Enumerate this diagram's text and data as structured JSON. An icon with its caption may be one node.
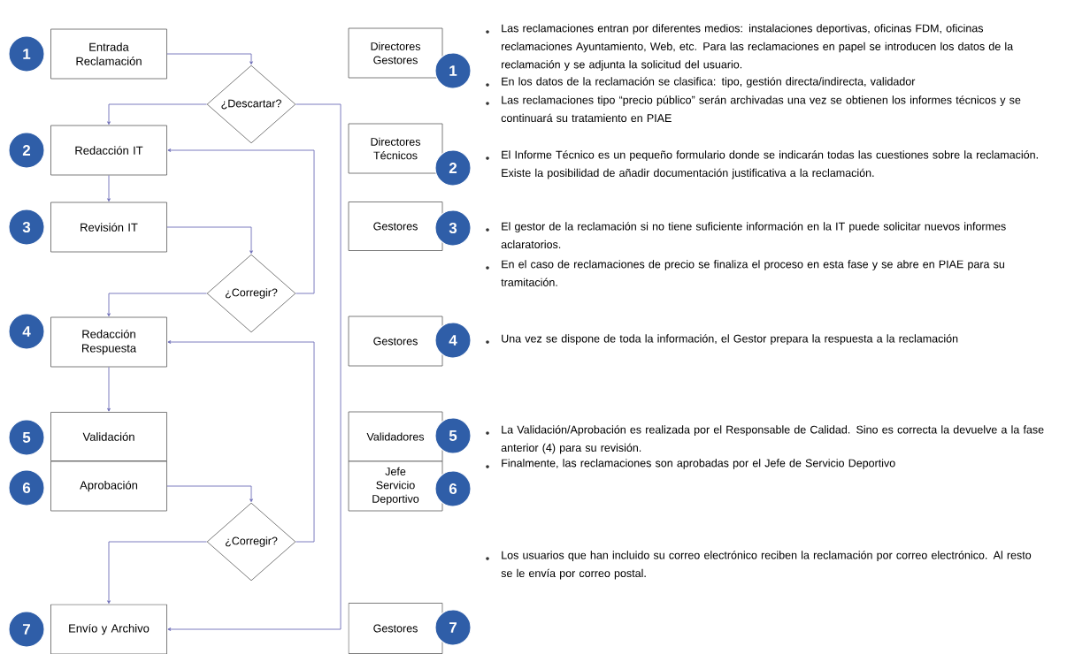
{
  "diagram": {
    "nodes": [
      {
        "text": [
          "Entrada Reclamación"
        ]
      },
      {
        "text": [
          "Redacción IT"
        ]
      },
      {
        "text": [
          "Revisión IT"
        ]
      },
      {
        "text": [
          "Redacción Respuesta"
        ]
      },
      {
        "text": [
          "Validación"
        ]
      },
      {
        "text": [
          "Aprobación"
        ]
      },
      {
        "text": [
          "Envío y Archivo"
        ]
      },
      {
        "text": [
          "¿Descartar?"
        ]
      },
      {
        "text": [
          "¿Corregir?"
        ]
      },
      {
        "text": [
          "¿Corregir?"
        ]
      },
      {
        "text": [
          "1"
        ]
      },
      {
        "text": [
          "2"
        ]
      },
      {
        "text": [
          "3"
        ]
      },
      {
        "text": [
          "4"
        ]
      },
      {
        "text": [
          "5"
        ]
      },
      {
        "text": [
          "6"
        ]
      },
      {
        "text": [
          "7"
        ]
      },
      {
        "text": [
          "Directores Gestores"
        ]
      },
      {
        "text": [
          "Directores Técnicos"
        ]
      },
      {
        "text": [
          "Gestores"
        ]
      },
      {
        "text": [
          "Gestores"
        ]
      },
      {
        "text": [
          "Validadores"
        ]
      },
      {
        "text": [
          "Jefe Servicio Deportivo"
        ]
      },
      {
        "text": [
          "Gestores"
        ]
      },
      {
        "text": [
          "1"
        ]
      },
      {
        "text": [
          "2"
        ]
      },
      {
        "text": [
          "3"
        ]
      },
      {
        "text": [
          "4"
        ]
      },
      {
        "text": [
          "5"
        ]
      },
      {
        "text": [
          "6"
        ]
      },
      {
        "text": [
          "7"
        ]
      }
    ],
    "edges": [
      {
        "from": 0,
        "to": 7,
        "arrow": "to"
      },
      {
        "from": 7,
        "to": 1,
        "arrow": "to"
      },
      {
        "from": 7,
        "to": 6,
        "arrow": "to"
      },
      {
        "from": 1,
        "to": 2,
        "arrow": "to"
      },
      {
        "from": 2,
        "to": 8,
        "arrow": "to"
      },
      {
        "from": 8,
        "to": 1,
        "arrow": "to"
      },
      {
        "from": 8,
        "to": 3,
        "arrow": "to"
      },
      {
        "from": 3,
        "to": 4,
        "arrow": "to"
      },
      {
        "from": 5,
        "to": 9,
        "arrow": "to"
      },
      {
        "from": 9,
        "to": 3,
        "arrow": "to"
      },
      {
        "from": 9,
        "to": 6,
        "arrow": "to"
      }
    ],
    "labels": [
      "Las reclamaciones entran por diferentes medios: instalaciones deportivas, oficinas FDM, oficinas reclamaciones Ayuntamiento, Web, etc. Para las reclamaciones en papel se introducen los datos de la reclamación y se adjunta la solicitud del usuario.",
      "En los datos de la reclamación se clasifica: tipo, gestión directa/indirecta, validador",
      "Las reclamaciones tipo “precio público” serán archivadas una vez se obtienen los informes técnicos y se continuará su tratamiento en PIAE",
      "El Informe Técnico es un pequeño formulario donde se indicarán todas las cuestiones sobre la reclamación. Existe la posibilidad de añadir documentación justificativa a la reclamación.",
      "El gestor de la reclamación si no tiene suficiente información en la IT puede solicitar nuevos informes aclaratorios.",
      "En el caso de reclamaciones de precio se finaliza el proceso en esta fase y se abre en PIAE para su tramitación.",
      "Una vez se dispone de toda la información, el Gestor prepara la respuesta a la reclamación",
      "La Validación/Aprobación es realizada por el Responsable de Calidad. Sino es correcta la devuelve a la fase anterior (4) para su revisión.",
      "Finalmente, las reclamaciones son aprobadas por el Jefe de Servicio Deportivo",
      "Los usuarios que han incluido su correo electrónico reciben la reclamación por correo electrónico. Al resto se le envía por correo postal."
    ]
  }
}
